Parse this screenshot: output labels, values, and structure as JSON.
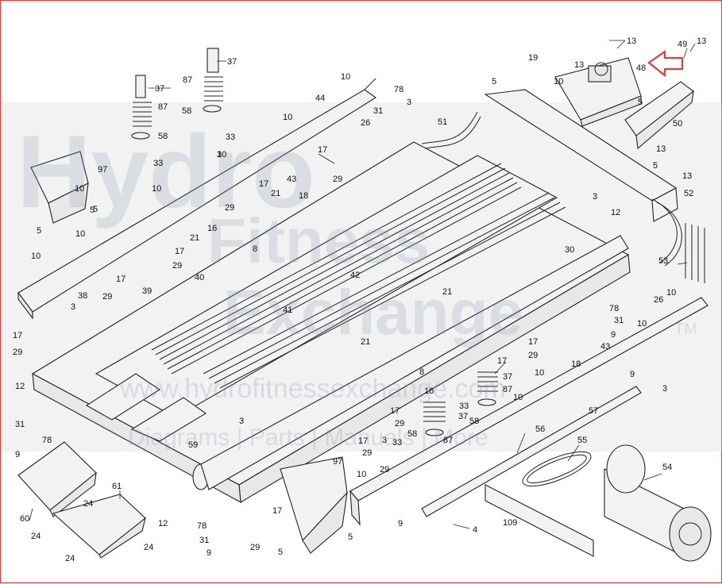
{
  "diagram": {
    "callouts": [
      {
        "id": "c13a",
        "text": "13"
      },
      {
        "id": "c49",
        "text": "49"
      },
      {
        "id": "c13b",
        "text": "13"
      },
      {
        "id": "c37a",
        "text": "37"
      },
      {
        "id": "c87a",
        "text": "87"
      },
      {
        "id": "c58a",
        "text": "58"
      },
      {
        "id": "c33a",
        "text": "33"
      },
      {
        "id": "c37b",
        "text": "37"
      },
      {
        "id": "c87b",
        "text": "87"
      },
      {
        "id": "c58b",
        "text": "58"
      },
      {
        "id": "c33b",
        "text": "33"
      },
      {
        "id": "c97a",
        "text": "97"
      },
      {
        "id": "c10a",
        "text": "10"
      },
      {
        "id": "c44",
        "text": "44"
      },
      {
        "id": "c78a",
        "text": "78"
      },
      {
        "id": "c31a",
        "text": "31"
      },
      {
        "id": "c3a",
        "text": "3"
      },
      {
        "id": "c26a",
        "text": "26"
      },
      {
        "id": "c51",
        "text": "51"
      },
      {
        "id": "c19",
        "text": "19"
      },
      {
        "id": "c13c",
        "text": "13"
      },
      {
        "id": "c48",
        "text": "48"
      },
      {
        "id": "c5a",
        "text": "5"
      },
      {
        "id": "c5b",
        "text": "5"
      },
      {
        "id": "c50",
        "text": "50"
      },
      {
        "id": "c13d",
        "text": "13"
      },
      {
        "id": "c5c",
        "text": "5"
      },
      {
        "id": "c13e",
        "text": "13"
      },
      {
        "id": "c52",
        "text": "52"
      },
      {
        "id": "c10b",
        "text": "10"
      },
      {
        "id": "c17a",
        "text": "17"
      },
      {
        "id": "c29a",
        "text": "29"
      },
      {
        "id": "c43a",
        "text": "43"
      },
      {
        "id": "c21a",
        "text": "21"
      },
      {
        "id": "c18a",
        "text": "18"
      },
      {
        "id": "c3b",
        "text": "3"
      },
      {
        "id": "c12a",
        "text": "12"
      },
      {
        "id": "c5d",
        "text": "5"
      },
      {
        "id": "c5e",
        "text": "5"
      },
      {
        "id": "c10c",
        "text": "10"
      },
      {
        "id": "c17b",
        "text": "17"
      },
      {
        "id": "c29b",
        "text": "29"
      },
      {
        "id": "c16a",
        "text": "16"
      },
      {
        "id": "c21b",
        "text": "21"
      },
      {
        "id": "c8a",
        "text": "8"
      },
      {
        "id": "c17c",
        "text": "17"
      },
      {
        "id": "c29c",
        "text": "29"
      },
      {
        "id": "c10d",
        "text": "10"
      },
      {
        "id": "c30",
        "text": "30"
      },
      {
        "id": "c53",
        "text": "53"
      },
      {
        "id": "c38",
        "text": "38"
      },
      {
        "id": "c3c",
        "text": "3"
      },
      {
        "id": "c17d",
        "text": "17"
      },
      {
        "id": "c29d",
        "text": "29"
      },
      {
        "id": "c39",
        "text": "39"
      },
      {
        "id": "c40",
        "text": "40"
      },
      {
        "id": "c41",
        "text": "41"
      },
      {
        "id": "c42",
        "text": "42"
      },
      {
        "id": "c21c",
        "text": "21"
      },
      {
        "id": "c10e",
        "text": "10"
      },
      {
        "id": "c26b",
        "text": "26"
      },
      {
        "id": "c78b",
        "text": "78"
      },
      {
        "id": "c31b",
        "text": "31"
      },
      {
        "id": "c9a",
        "text": "9"
      },
      {
        "id": "c10f",
        "text": "10"
      },
      {
        "id": "c17e",
        "text": "17"
      },
      {
        "id": "c29e",
        "text": "29"
      },
      {
        "id": "c43b",
        "text": "43"
      },
      {
        "id": "c18b",
        "text": "18"
      },
      {
        "id": "c21d",
        "text": "21"
      },
      {
        "id": "c17f",
        "text": "17"
      },
      {
        "id": "c29f",
        "text": "29"
      },
      {
        "id": "c17g",
        "text": "17"
      },
      {
        "id": "c37c",
        "text": "37"
      },
      {
        "id": "c87c",
        "text": "87"
      },
      {
        "id": "c10g",
        "text": "10"
      },
      {
        "id": "c9b",
        "text": "9"
      },
      {
        "id": "c12b",
        "text": "12"
      },
      {
        "id": "c3d",
        "text": "3"
      },
      {
        "id": "c8b",
        "text": "8"
      },
      {
        "id": "c16b",
        "text": "16"
      },
      {
        "id": "c33c",
        "text": "33"
      },
      {
        "id": "c17h",
        "text": "17"
      },
      {
        "id": "c29g",
        "text": "29"
      },
      {
        "id": "c37d",
        "text": "37"
      },
      {
        "id": "c58c",
        "text": "58"
      },
      {
        "id": "c10h",
        "text": "10"
      },
      {
        "id": "c57",
        "text": "57"
      },
      {
        "id": "c3e",
        "text": "3"
      },
      {
        "id": "c31c",
        "text": "31"
      },
      {
        "id": "c78c",
        "text": "78"
      },
      {
        "id": "c9c",
        "text": "9"
      },
      {
        "id": "c3f",
        "text": "3"
      },
      {
        "id": "c59",
        "text": "59"
      },
      {
        "id": "c17i",
        "text": "17"
      },
      {
        "id": "c29h",
        "text": "29"
      },
      {
        "id": "c33d",
        "text": "33"
      },
      {
        "id": "c58d",
        "text": "58"
      },
      {
        "id": "c87d",
        "text": "87"
      },
      {
        "id": "c29i",
        "text": "29"
      },
      {
        "id": "c10i",
        "text": "10"
      },
      {
        "id": "c56",
        "text": "56"
      },
      {
        "id": "c55",
        "text": "55"
      },
      {
        "id": "c54",
        "text": "54"
      },
      {
        "id": "c97b",
        "text": "97"
      },
      {
        "id": "c61",
        "text": "61"
      },
      {
        "id": "c24a",
        "text": "24"
      },
      {
        "id": "c60",
        "text": "60"
      },
      {
        "id": "c24b",
        "text": "24"
      },
      {
        "id": "c12c",
        "text": "12"
      },
      {
        "id": "c17j",
        "text": "17"
      },
      {
        "id": "c29j",
        "text": "29"
      },
      {
        "id": "c78d",
        "text": "78"
      },
      {
        "id": "c31d",
        "text": "31"
      },
      {
        "id": "c9d",
        "text": "9"
      },
      {
        "id": "c5f",
        "text": "5"
      },
      {
        "id": "c5g",
        "text": "5"
      },
      {
        "id": "c24c",
        "text": "24"
      },
      {
        "id": "c24d",
        "text": "24"
      },
      {
        "id": "c9e",
        "text": "9"
      },
      {
        "id": "c4",
        "text": "4"
      },
      {
        "id": "c109",
        "text": "109"
      },
      {
        "id": "c10j",
        "text": "10"
      },
      {
        "id": "c3g",
        "text": "3"
      },
      {
        "id": "c5h",
        "text": "5"
      },
      {
        "id": "c10k",
        "text": "10"
      },
      {
        "id": "c10l",
        "text": "10"
      },
      {
        "id": "c10m",
        "text": "10"
      }
    ]
  },
  "watermark": {
    "line1": "Hydro",
    "line2": "Fitness",
    "line3": "Exchange",
    "tm": "TM",
    "url": "www.hydrofitnessexchange.com",
    "tagline": "Diagrams | Parts | Manuals | More"
  },
  "colors": {
    "highlight_arrow": "#e23b3b",
    "frame": "#e23b3b"
  }
}
